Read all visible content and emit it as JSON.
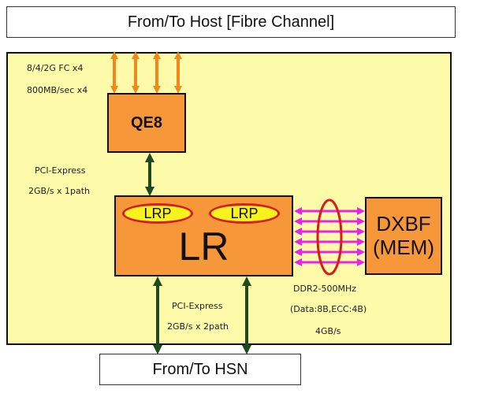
{
  "host": {
    "label": "From/To Host [Fibre Channel]"
  },
  "hsn": {
    "label": "From/To HSN"
  },
  "qe8": {
    "label": "QE8"
  },
  "lr": {
    "label": "LR",
    "lrp_left": "LRP",
    "lrp_right": "LRP"
  },
  "dxbf": {
    "line1": "DXBF",
    "line2": "(MEM)"
  },
  "fc_link": {
    "line1": "8/4/2G FC x4",
    "line2": "800MB/sec x4"
  },
  "pcie_qe8": {
    "line1": "PCI-Express",
    "line2": "2GB/s x 1path"
  },
  "pcie_hsn": {
    "line1": "PCI-Express",
    "line2": "2GB/s x 2path"
  },
  "ddr": {
    "line1": "DDR2-500MHz",
    "line2": "(Data:8B,ECC:4B)",
    "line3": "4GB/s"
  },
  "colors": {
    "board": "#fdfbaa",
    "block": "#f6973a",
    "lrp": "#f8f21d",
    "fc_arrow": "#f0881e",
    "pcie_arrow": "#1f4a1f",
    "ddr_arrow": "#e822e8",
    "ddr_ring": "#d61c1c"
  }
}
